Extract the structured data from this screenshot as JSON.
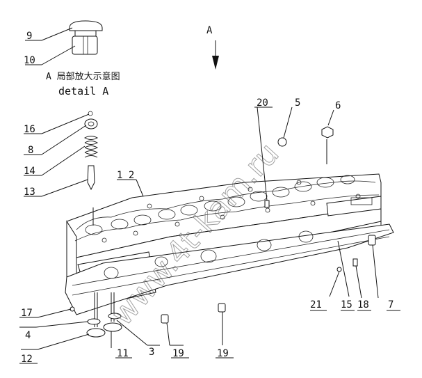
{
  "view": {
    "arrow_label": "A",
    "caption_cn": "A 局部放大示意图",
    "caption_en": "detail  A"
  },
  "watermark": "www.4t-kam.ru",
  "callouts": [
    {
      "id": "9",
      "text": "9"
    },
    {
      "id": "10",
      "text": "10"
    },
    {
      "id": "16",
      "text": "16"
    },
    {
      "id": "8",
      "text": "8"
    },
    {
      "id": "14",
      "text": "14"
    },
    {
      "id": "13",
      "text": "13"
    },
    {
      "id": "12a",
      "text": "1 2"
    },
    {
      "id": "20",
      "text": "20"
    },
    {
      "id": "5",
      "text": "5"
    },
    {
      "id": "6",
      "text": "6"
    },
    {
      "id": "17a",
      "text": "17"
    },
    {
      "id": "4",
      "text": "4"
    },
    {
      "id": "12b",
      "text": "12"
    },
    {
      "id": "11",
      "text": "11"
    },
    {
      "id": "3",
      "text": "3"
    },
    {
      "id": "19a",
      "text": "19"
    },
    {
      "id": "19b",
      "text": "19"
    },
    {
      "id": "21",
      "text": "21"
    },
    {
      "id": "15",
      "text": "15"
    },
    {
      "id": "18",
      "text": "18"
    },
    {
      "id": "7",
      "text": "7"
    }
  ]
}
